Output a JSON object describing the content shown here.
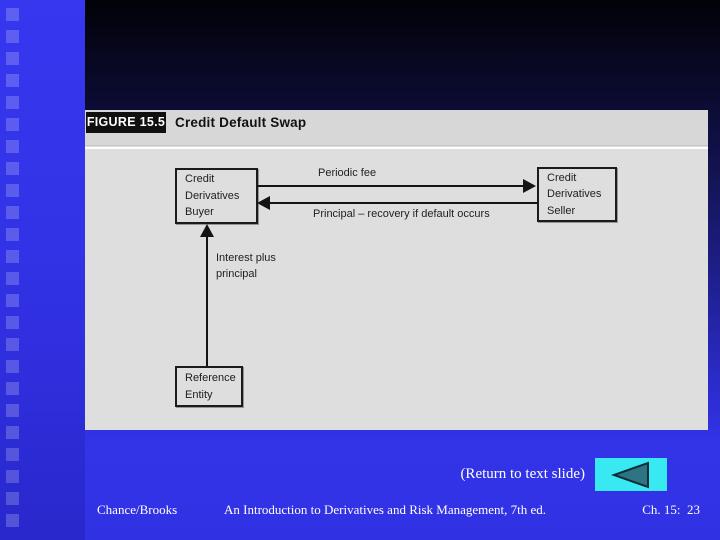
{
  "figure": {
    "label": "FIGURE 15.5",
    "title": "Credit Default Swap",
    "boxes": {
      "buyer": "Credit\nDerivatives\nBuyer",
      "seller": "Credit\nDerivatives\nSeller",
      "reference": "Reference\nEntity"
    },
    "flows": {
      "periodic_fee": "Periodic fee",
      "principal_recovery": "Principal – recovery if default occurs",
      "interest_principal": "Interest plus\nprincipal"
    }
  },
  "return_link": {
    "label": "(Return to text slide)"
  },
  "footer": {
    "authors": "Chance/Brooks",
    "book_title": "An Introduction to Derivatives and Risk Management, 7th ed.",
    "chapter_page": "Ch. 15:  23"
  },
  "icons": {
    "back_button": "back-triangle-icon"
  },
  "colors": {
    "slide_blue_bottom": "#3333e8",
    "slide_top": "#020208",
    "left_strip_blue": "#3434ec",
    "panel_gray": "#dedede",
    "figure_label_bg": "#101010",
    "button_cyan": "#38e9f2",
    "triangle_teal": "#2e7485",
    "line_black": "#141414",
    "text_white": "#ffffff"
  }
}
